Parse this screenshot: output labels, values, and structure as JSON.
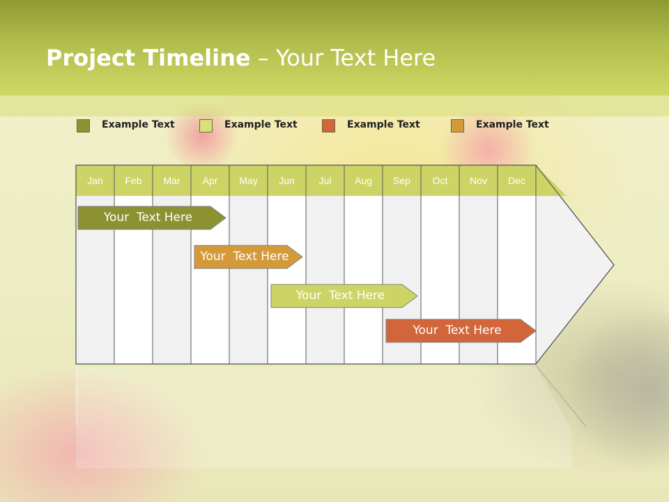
{
  "slide": {
    "title_bold": "Project Timeline",
    "title_rest": " – Your Text Here"
  },
  "legend": [
    {
      "label": "Example Text",
      "color": "#8c9232"
    },
    {
      "label": "Example Text",
      "color": "#d8e07a"
    },
    {
      "label": "Example Text",
      "color": "#d2663a"
    },
    {
      "label": "Example Text",
      "color": "#d49a3a"
    }
  ],
  "timeline": {
    "months": [
      "Jan",
      "Feb",
      "Mar",
      "Apr",
      "May",
      "Jun",
      "Jul",
      "Aug",
      "Sep",
      "Oct",
      "Nov",
      "Dec"
    ],
    "header_color": "#cdd466",
    "tasks": [
      {
        "label": "Your  Text Here",
        "color": "#8c9232",
        "start_month": "Jan",
        "end_month": "Apr"
      },
      {
        "label": "Your  Text Here",
        "color": "#d49a3a",
        "start_month": "Apr",
        "end_month": "Jun"
      },
      {
        "label": "Your  Text Here",
        "color": "#cdd466",
        "start_month": "Jun",
        "end_month": "Sep"
      },
      {
        "label": "Your  Text Here",
        "color": "#d2663a",
        "start_month": "Sep",
        "end_month": "Dec"
      }
    ]
  }
}
